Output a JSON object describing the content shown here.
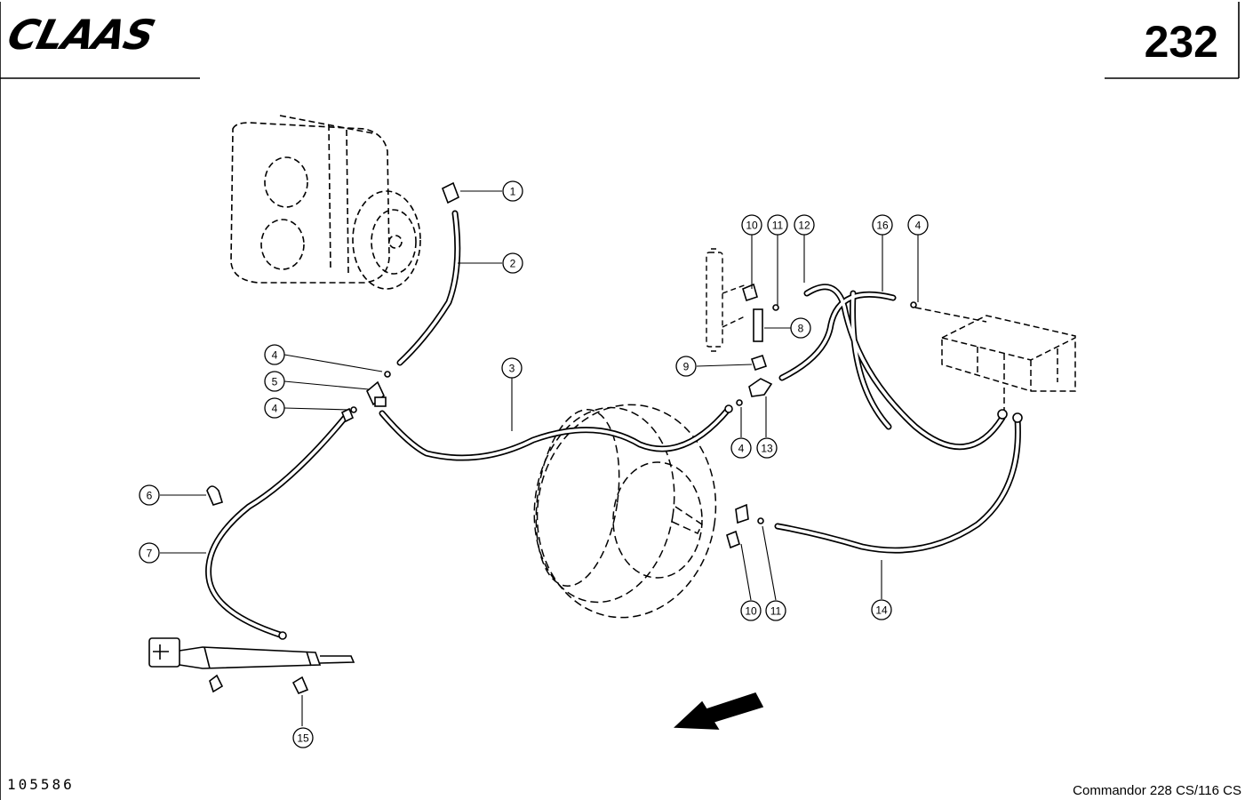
{
  "header": {
    "brand": "CLAAS",
    "page_number": "232"
  },
  "footer": {
    "drawing_number": "105586",
    "model": "Commandor 228 CS/116 CS"
  },
  "callouts": [
    "1",
    "2",
    "3",
    "4",
    "5",
    "4",
    "6",
    "7",
    "8",
    "9",
    "10",
    "11",
    "12",
    "16",
    "4",
    "4",
    "13",
    "10",
    "11",
    "14",
    "15"
  ]
}
